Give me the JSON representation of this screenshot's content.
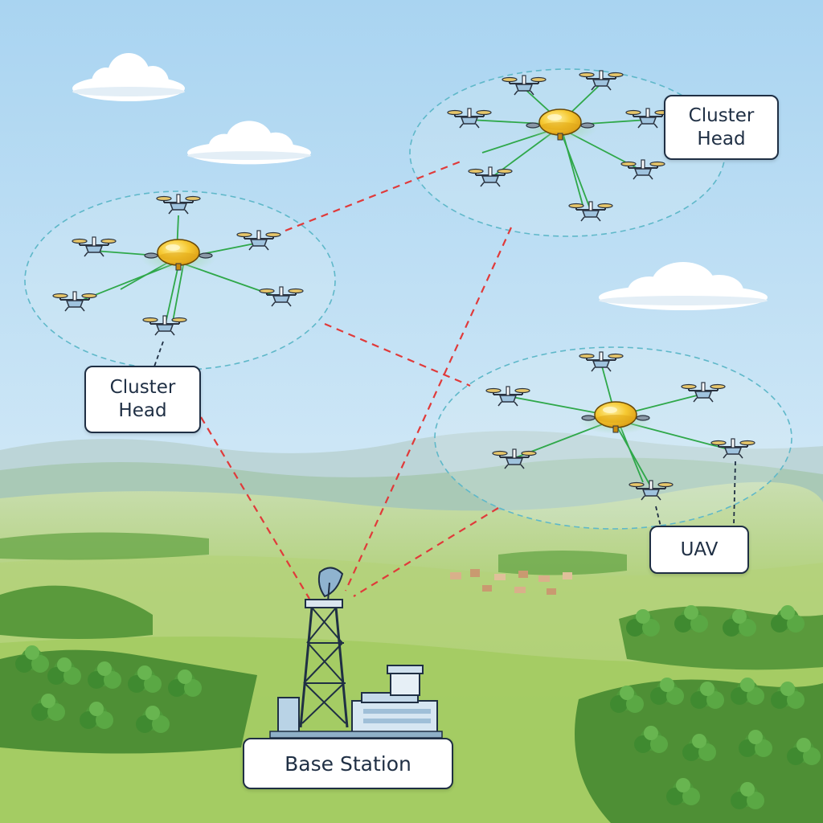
{
  "labels": {
    "cluster_head_top": {
      "line1": "Cluster",
      "line2": "Head"
    },
    "cluster_head_left": {
      "line1": "Cluster",
      "line2": "Head"
    },
    "uav": "UAV",
    "base_station": "Base Station"
  },
  "colors": {
    "sky_top": "#a9d4f1",
    "sky_bottom": "#e6f3fa",
    "field": "#a9cc6a",
    "link_backhaul": "#e03a3a",
    "link_cluster": "#2fa84a",
    "cluster_boundary": "#5fb8c9",
    "cluster_head": "#f4c430",
    "tower": "#1f2f44"
  },
  "icons": {
    "cluster_head": "cluster-head-drone-icon",
    "uav": "quadcopter-icon",
    "tower": "cell-tower-icon",
    "cloud": "cloud-icon"
  }
}
